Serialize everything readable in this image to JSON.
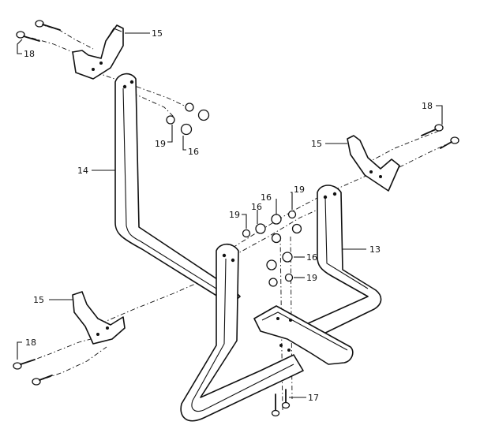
{
  "callouts": {
    "c13": "13",
    "c14": "14",
    "c15_top": "15",
    "c15_right": "15",
    "c15_left": "15",
    "c16_a": "16",
    "c16_b": "16",
    "c16_c": "16",
    "c16_d": "16",
    "c17": "17",
    "c18_top": "18",
    "c18_right": "18",
    "c18_bottom": "18",
    "c19_a": "19",
    "c19_b": "19",
    "c19_c": "19",
    "c19_d": "19"
  }
}
